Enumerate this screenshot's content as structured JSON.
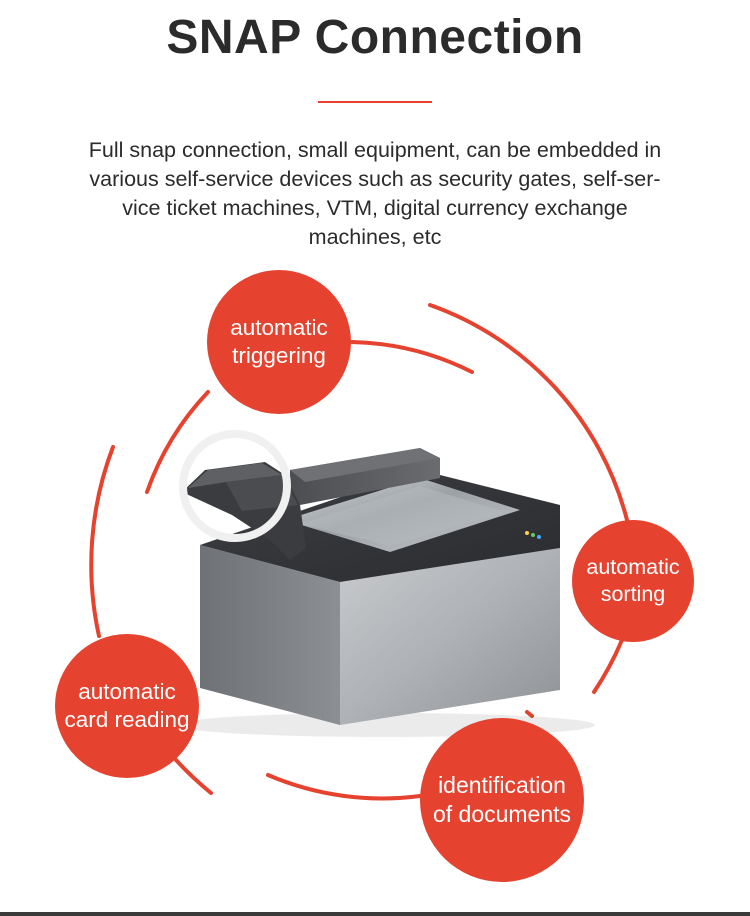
{
  "header": {
    "title": "SNAP Connection"
  },
  "description": "Full snap connection, small equipment, can be embedded in various self-service devices such as security gates, self-ser-vice ticket machines, VTM, digital currency exchange machines, etc",
  "features": [
    {
      "label": "automatic\ntriggering"
    },
    {
      "label": "automatic\nsorting"
    },
    {
      "label": "automatic\ncard reading"
    },
    {
      "label": "identification\nof documents"
    }
  ],
  "colors": {
    "accent": "#e5432f",
    "title": "#2b2b2b",
    "device_body": "#8a8d92"
  }
}
